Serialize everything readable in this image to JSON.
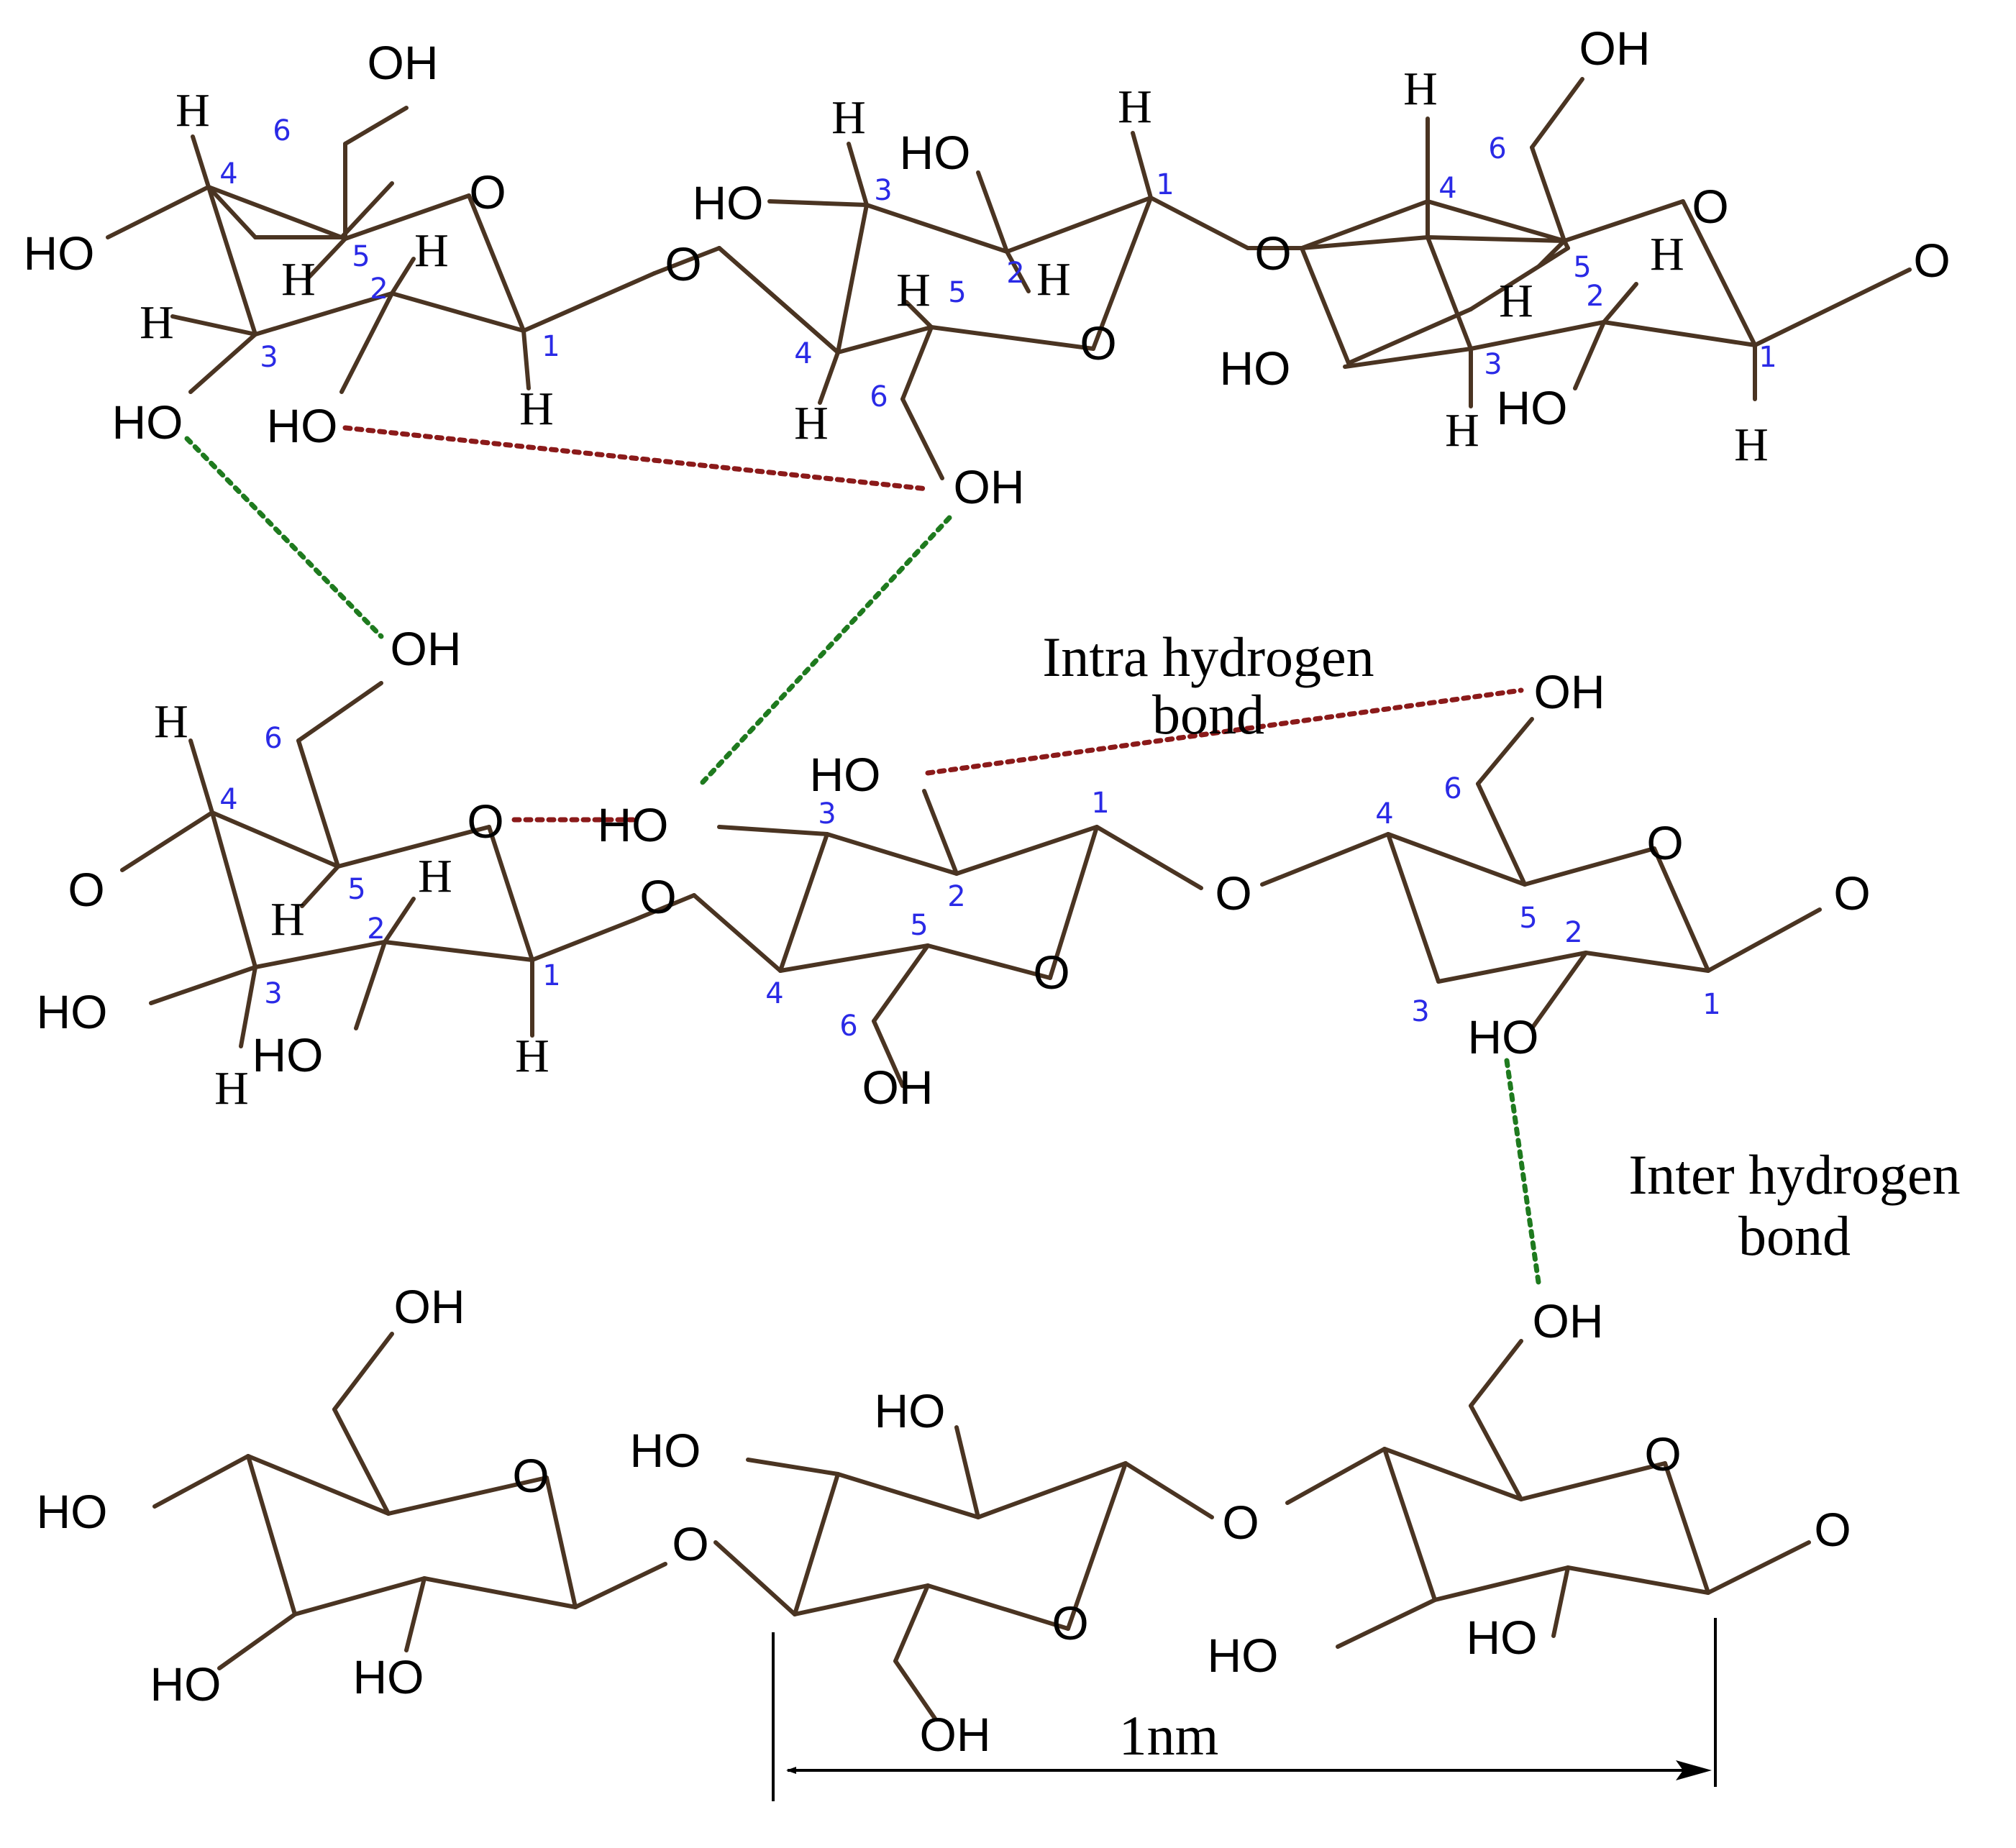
{
  "colors": {
    "bond": "#4a3422",
    "numbering": "#2a2ae6",
    "intra": "#8b1a1a",
    "inter": "#1e7a1e",
    "text": "#000000"
  },
  "labels": {
    "intra_hydrogen_bond": [
      "Intra hydrogen",
      "bond"
    ],
    "inter_hydrogen_bond": [
      "Inter hydrogen",
      "bond"
    ],
    "scale": "1nm"
  },
  "legend": [
    {
      "name": "intra hydrogen bond",
      "line_style": "dotted",
      "color": "#8b1a1a"
    },
    {
      "name": "inter hydrogen bond",
      "line_style": "dotted",
      "color": "#1e7a1e"
    }
  ],
  "chains": [
    {
      "name": "top cellulose chain",
      "atoms": [
        "OH",
        "O",
        "HO",
        "H",
        "H",
        "HO",
        "H",
        "HO",
        "H",
        "O",
        "HO",
        "H",
        "HO",
        "H",
        "O",
        "H",
        "H",
        "H",
        "H",
        "OH",
        "O",
        "OH",
        "H",
        "O",
        "HO",
        "H",
        "HO",
        "H",
        "HO",
        "H",
        "H",
        "O"
      ],
      "numbering": [
        "1",
        "2",
        "3",
        "4",
        "5",
        "6"
      ]
    },
    {
      "name": "middle cellulose chain",
      "atoms": [
        "OH",
        "O",
        "O",
        "HO",
        "H",
        "H",
        "HO",
        "H",
        "HO",
        "H",
        "O",
        "HO",
        "HO",
        "O",
        "O",
        "OH",
        "OH",
        "O",
        "O",
        "HO"
      ],
      "numbering": [
        "1",
        "2",
        "3",
        "4",
        "5",
        "6"
      ]
    },
    {
      "name": "bottom cellulose chain",
      "atoms": [
        "OH",
        "O",
        "HO",
        "HO",
        "HO",
        "O",
        "HO",
        "HO",
        "O",
        "O",
        "OH",
        "OH",
        "O",
        "O",
        "HO",
        "HO"
      ]
    }
  ]
}
